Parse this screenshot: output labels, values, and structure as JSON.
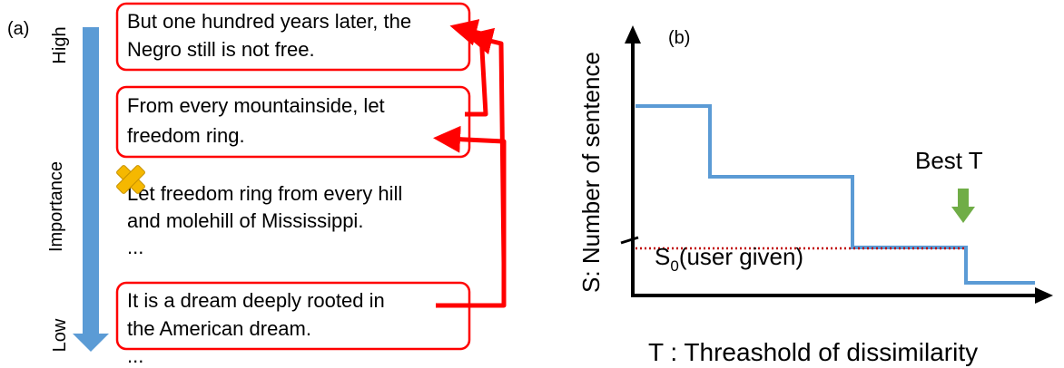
{
  "panel_a": {
    "label": "(a)",
    "axis_high": "High",
    "axis_mid": "Importance",
    "axis_low": "Low",
    "sentences": [
      {
        "line1": "But one hundred years later, the",
        "line2": "Negro still is not free."
      },
      {
        "line1": "From every mountainside, let",
        "line2": "freedom ring."
      },
      {
        "line1": "Let freedom ring from every hill",
        "line2": "and molehill of Mississippi."
      },
      {
        "line1": "It is a dream deeply rooted in",
        "line2": "the American dream."
      }
    ],
    "ellipsis_mid": "...",
    "ellipsis_bottom": "...",
    "colors": {
      "arrow": "#5b9bd5",
      "box": "#ff0000",
      "cross": "#f5b800"
    }
  },
  "panel_b": {
    "label": "(b)",
    "ylabel": "S: Number of sentence",
    "xlabel": "T : Threashold of dissimilarity",
    "best_label": "Best T",
    "s0_symbol": "S",
    "s0_sub": "0",
    "s0_text": "(user given)",
    "colors": {
      "step": "#5b9bd5",
      "dotted": "#c00000",
      "best_arrow": "#70ad47"
    }
  },
  "chart_data": {
    "type": "line",
    "x": [
      0,
      1,
      2,
      3,
      4,
      5,
      6
    ],
    "values": [
      5,
      3,
      3,
      1,
      1,
      0,
      0
    ],
    "s0": 1,
    "best_index": 4,
    "step": true
  }
}
